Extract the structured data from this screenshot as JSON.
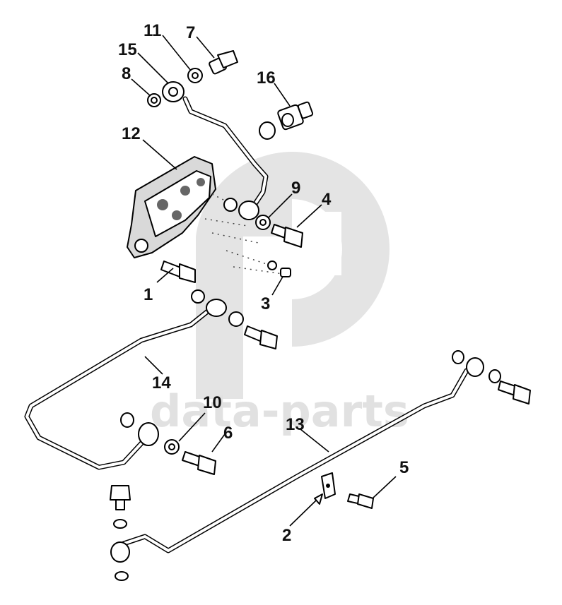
{
  "watermark": {
    "text": "data-parts",
    "color": "#e1e1e1"
  },
  "callouts": [
    {
      "id": "c1",
      "label": "1"
    },
    {
      "id": "c2",
      "label": "2"
    },
    {
      "id": "c3",
      "label": "3"
    },
    {
      "id": "c4",
      "label": "4"
    },
    {
      "id": "c5",
      "label": "5"
    },
    {
      "id": "c6",
      "label": "6"
    },
    {
      "id": "c7",
      "label": "7"
    },
    {
      "id": "c8",
      "label": "8"
    },
    {
      "id": "c9",
      "label": "9"
    },
    {
      "id": "c10",
      "label": "10"
    },
    {
      "id": "c11",
      "label": "11"
    },
    {
      "id": "c12",
      "label": "12"
    },
    {
      "id": "c13",
      "label": "13"
    },
    {
      "id": "c14",
      "label": "14"
    },
    {
      "id": "c15",
      "label": "15"
    },
    {
      "id": "c16",
      "label": "16"
    }
  ]
}
